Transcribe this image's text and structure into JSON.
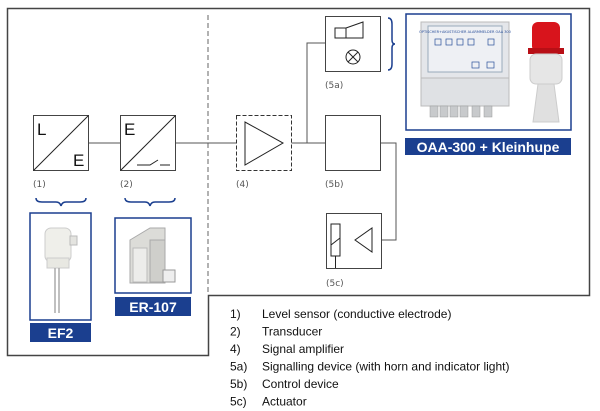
{
  "blocks": {
    "b1": {
      "label": "(1)",
      "top": "L",
      "bottom": "E"
    },
    "b2": {
      "label": "(2)",
      "top": "E"
    },
    "b4": {
      "label": "(4)"
    },
    "b5a": {
      "label": "(5a)"
    },
    "b5b": {
      "label": "(5b)"
    },
    "b5c": {
      "label": "(5c)"
    }
  },
  "products": {
    "ef2": "EF2",
    "er107": "ER-107",
    "oaa": "OAA-300 + Kleinhupe",
    "oaa_panel_text": "OPTISCHER+AKUSTISCHER ALARMMELDER OAA 300"
  },
  "colors": {
    "brand_blue": "#1b3f8f",
    "frame": "#333333",
    "beacon_red": "#d8141c"
  },
  "legend": [
    {
      "num": "1)",
      "text": "Level sensor (conductive electrode)"
    },
    {
      "num": "2)",
      "text": "Transducer"
    },
    {
      "num": "4)",
      "text": "Signal amplifier"
    },
    {
      "num": "5a)",
      "text": "Signalling device (with horn and indicator light)"
    },
    {
      "num": "5b)",
      "text": "Control device"
    },
    {
      "num": "5c)",
      "text": "Actuator"
    }
  ]
}
